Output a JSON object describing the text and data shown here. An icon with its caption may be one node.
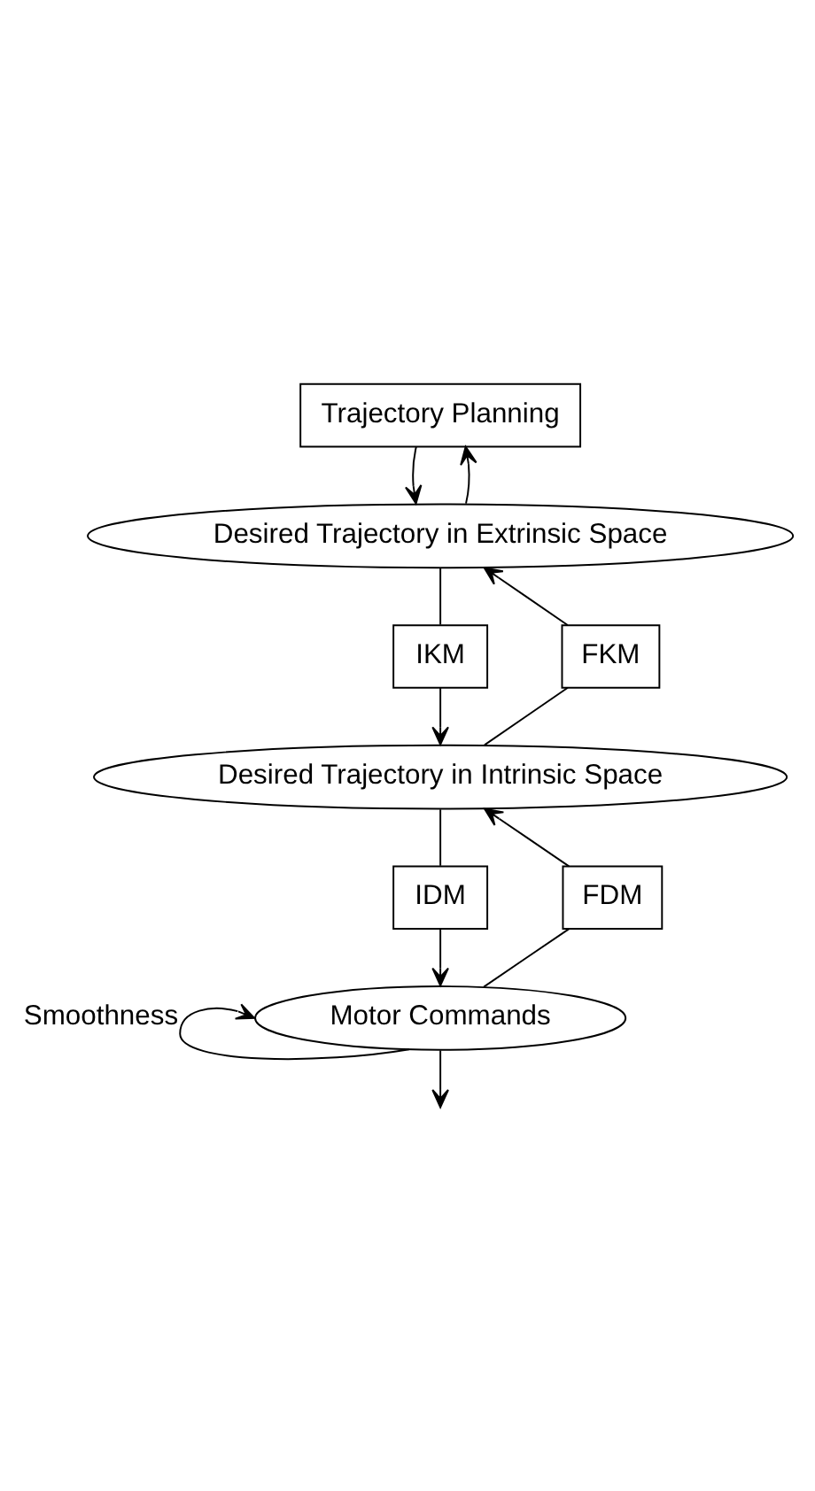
{
  "diagram": {
    "nodes": [
      {
        "text": [
          "Trajectory Planning"
        ]
      },
      {
        "text": [
          "Desired Trajectory in Extrinsic Space"
        ]
      },
      {
        "text": [
          "IKM"
        ]
      },
      {
        "text": [
          "FKM"
        ]
      },
      {
        "text": [
          "Desired Trajectory in Intrinsic Space"
        ]
      },
      {
        "text": [
          "IDM"
        ]
      },
      {
        "text": [
          "FDM"
        ]
      },
      {
        "text": [
          "Motor Commands"
        ]
      }
    ],
    "edges": [
      {
        "from": 0,
        "to": 1,
        "arrow": "to"
      },
      {
        "from": 1,
        "to": 0,
        "arrow": "to"
      },
      {
        "from": 1,
        "to": 2,
        "arrow": "none"
      },
      {
        "from": 2,
        "to": 4,
        "arrow": "to"
      },
      {
        "from": 4,
        "to": 3,
        "arrow": "none"
      },
      {
        "from": 3,
        "to": 1,
        "arrow": "to"
      },
      {
        "from": 4,
        "to": 5,
        "arrow": "none"
      },
      {
        "from": 5,
        "to": 7,
        "arrow": "to"
      },
      {
        "from": 7,
        "to": 6,
        "arrow": "none"
      },
      {
        "from": 6,
        "to": 4,
        "arrow": "to"
      },
      {
        "from": 7,
        "to": 7,
        "arrow": "to",
        "label": "Smoothness"
      },
      {
        "from": 7,
        "to": null,
        "arrow": "to"
      }
    ]
  }
}
